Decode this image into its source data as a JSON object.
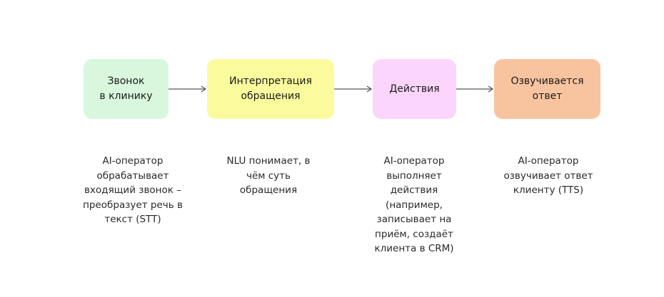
{
  "steps": [
    {
      "title": "Звонок\nв клинику",
      "color": "#d8f7dc",
      "description": "AI-оператор\nобрабатывает\nвходящий звонок –\nпреобразует речь в\nтекст (STT)"
    },
    {
      "title": "Интерпретация\nобращения",
      "color": "#fbfb9d",
      "description": "NLU понимает, в\nчём суть\nобращения"
    },
    {
      "title": "Действия",
      "color": "#fbd5fb",
      "description": "AI-оператор\nвыполняет\nдействия\n(например,\nзаписывает на\nприём, создаёт\nклиента в CRM)"
    },
    {
      "title": "Озвучивается\nответ",
      "color": "#f8c4a0",
      "description": "AI-оператор\nозвучивает ответ\nклиенту (TTS)"
    }
  ],
  "arrow_color": "#555555"
}
